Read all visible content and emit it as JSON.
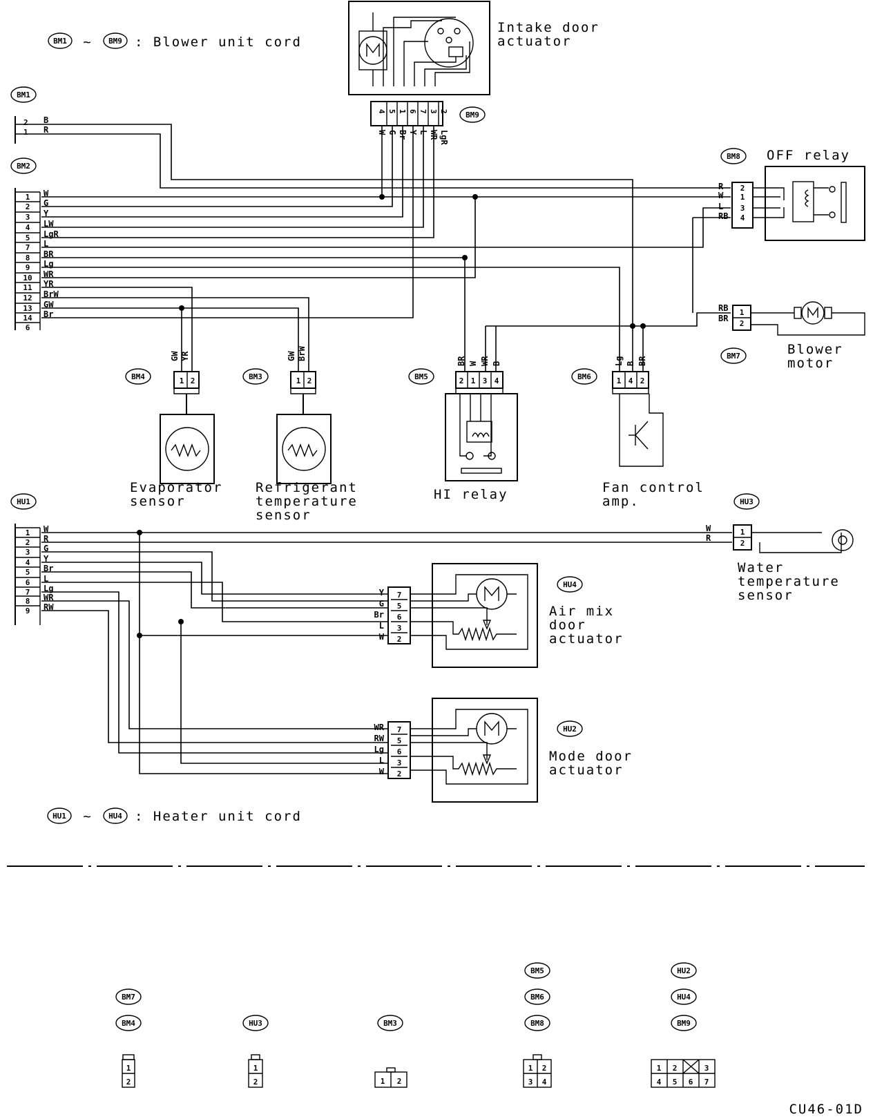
{
  "legend_blower": {
    "from": "BM1",
    "to": "BM9",
    "sep": "~",
    "text": ": Blower unit cord"
  },
  "legend_heater": {
    "from": "HU1",
    "to": "HU4",
    "sep": "~",
    "text": ": Heater unit cord"
  },
  "code": "CU46-01D",
  "connectors": {
    "bm1": "BM1",
    "bm2": "BM2",
    "bm3": "BM3",
    "bm4": "BM4",
    "bm5": "BM5",
    "bm6": "BM6",
    "bm7": "BM7",
    "bm8": "BM8",
    "bm9": "BM9",
    "hu1": "HU1",
    "hu2": "HU2",
    "hu3": "HU3",
    "hu4": "HU4"
  },
  "components": {
    "intake_l1": "Intake door",
    "intake_l2": "actuator",
    "off_relay": "OFF relay",
    "blower_l1": "Blower",
    "blower_l2": "motor",
    "evap_l1": "Evaporator",
    "evap_l2": "sensor",
    "refr_l1": "Refrigerant",
    "refr_l2": "temperature",
    "refr_l3": "sensor",
    "hi_relay": "HI relay",
    "fan_l1": "Fan control",
    "fan_l2": "amp.",
    "water_l1": "Water",
    "water_l2": "temperature",
    "water_l3": "sensor",
    "airmix_l1": "Air mix",
    "airmix_l2": "door",
    "airmix_l3": "actuator",
    "mode_l1": "Mode door",
    "mode_l2": "actuator"
  },
  "bm1": {
    "pins": [
      "2",
      "1"
    ],
    "wires": [
      "B",
      "R"
    ]
  },
  "bm2": {
    "pins": [
      "1",
      "2",
      "3",
      "4",
      "5",
      "7",
      "8",
      "9",
      "10",
      "11",
      "12",
      "13",
      "14",
      "6"
    ],
    "wires": [
      "W",
      "G",
      "Y",
      "LW",
      "LgR",
      "L",
      "BR",
      "Lg",
      "WR",
      "YR",
      "BrW",
      "GW",
      "Br",
      ""
    ]
  },
  "bm9": {
    "pins": [
      "4",
      "5",
      "1",
      "6",
      "7",
      "3",
      "2"
    ],
    "wires": [
      "W",
      "G",
      "Br",
      "Y",
      "L",
      "WR",
      "LgR"
    ]
  },
  "bm8": {
    "pins": [
      "2",
      "1",
      "3",
      "4"
    ],
    "wires": [
      "R",
      "W",
      "L",
      "RB"
    ]
  },
  "bm7": {
    "pins": [
      "1",
      "2"
    ],
    "wires": [
      "RB",
      "BR"
    ]
  },
  "bm4": {
    "pins": [
      "1",
      "2"
    ],
    "wires": [
      "GW",
      "YR"
    ]
  },
  "bm3": {
    "pins": [
      "1",
      "2"
    ],
    "wires": [
      "GW",
      "BrW"
    ]
  },
  "bm5": {
    "pins": [
      "2",
      "1",
      "3",
      "4"
    ],
    "wires": [
      "BR",
      "W",
      "WR",
      "B"
    ]
  },
  "bm6": {
    "pins": [
      "1",
      "4",
      "2"
    ],
    "wires": [
      "Lg",
      "B",
      "BR"
    ]
  },
  "hu1": {
    "pins": [
      "1",
      "2",
      "3",
      "4",
      "5",
      "6",
      "7",
      "8",
      "9"
    ],
    "wires": [
      "W",
      "R",
      "G",
      "Y",
      "Br",
      "L",
      "Lg",
      "WR",
      "RW"
    ]
  },
  "hu3": {
    "pins": [
      "1",
      "2"
    ],
    "wires": [
      "W",
      "R"
    ]
  },
  "hu4": {
    "pins": [
      "7",
      "5",
      "6",
      "3",
      "2"
    ],
    "wires": [
      "Y",
      "G",
      "Br",
      "L",
      "W"
    ]
  },
  "hu2": {
    "pins": [
      "7",
      "5",
      "6",
      "3",
      "2"
    ],
    "wires": [
      "WR",
      "RW",
      "Lg",
      "L",
      "W"
    ]
  },
  "legend_shapes": {
    "a": {
      "pins": [
        "1",
        "2"
      ]
    },
    "b": {
      "pins": [
        "1",
        "2"
      ]
    },
    "c": {
      "pins": [
        "1",
        "2"
      ]
    },
    "d": {
      "pins": [
        "1",
        "2",
        "3",
        "4"
      ]
    },
    "e": {
      "pins": [
        "1",
        "2",
        "3",
        "4",
        "5",
        "6",
        "7"
      ]
    }
  }
}
